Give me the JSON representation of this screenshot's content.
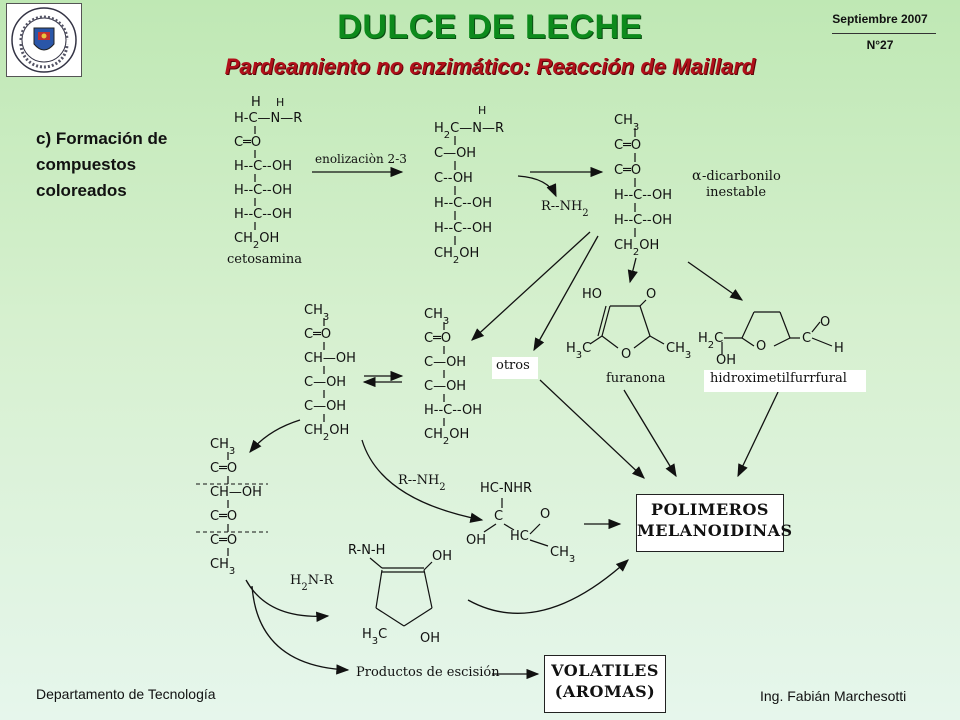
{
  "header": {
    "title": "DULCE DE LECHE",
    "subtitle": "Pardeamiento no enzimático: Reacción de Maillard",
    "date": "Septiembre 2007",
    "number": "N°27",
    "logo_icon": "university-seal-icon"
  },
  "section_label": "c) Formación de compuestos coloreados",
  "footer": {
    "left": "Departamento de Tecnología",
    "right": "Ing. Fabián Marchesotti"
  },
  "boxes": {
    "polimeros_line1": "POLIMEROS",
    "polimeros_line2": "MELANOIDINAS",
    "volatiles_line1": "VOLATILES",
    "volatiles_line2": "(AROMAS)",
    "otros": "otros",
    "hmf": "hidroximetilfurrfural"
  },
  "labels": {
    "enolizacion": "enolizaciòn 2-3",
    "cetosamina": "cetosamina",
    "rnh2": "R--NH",
    "alfa_line1": "-dicarbonilo",
    "alfa_line2": "inestable",
    "alfa_symbol": "α",
    "furanona": "furanona",
    "rnh2_b": "R--NH",
    "h2nr": "H",
    "h2nr_tail": "N-R",
    "escision": "Productos de escisión"
  },
  "structures": {
    "cetosamina": {
      "lines": [
        "H-C—N—R",
        "C═O",
        "H--C--OH",
        "H--C--OH",
        "H--C--OH",
        "CH2OH"
      ],
      "top_h": [
        "H",
        "H"
      ]
    },
    "enaminol": {
      "lines": [
        "H2C—N—R",
        "C—OH",
        "C--OH",
        "H--C--OH",
        "H--C--OH",
        "CH2OH"
      ],
      "top_h": "H"
    },
    "dicarbonyl": {
      "lines": [
        "CH3",
        "C═O",
        "C═O",
        "H--C--OH",
        "H--C--OH",
        "CH2OH"
      ]
    },
    "mid_left": {
      "lines": [
        "CH3",
        "C═O",
        "CH—OH",
        "C—OH",
        "C—OH",
        "CH2OH"
      ]
    },
    "mid_right": {
      "lines": [
        "CH3",
        "C═O",
        "C—OH",
        "C—OH",
        "H--C--OH",
        "CH2OH"
      ]
    },
    "fragment": {
      "lines": [
        "CH3",
        "C═O",
        "CH—OH",
        "C═O",
        "C═O",
        "CH3"
      ]
    },
    "aminoketone": {
      "lines": [
        "HC-NHR",
        "C",
        "OH",
        "HC",
        "O",
        "CH3"
      ]
    },
    "furanone": {
      "labels": [
        "HO",
        "O",
        "H3C",
        "O",
        "CH3"
      ]
    },
    "hmf_ring": {
      "labels": [
        "H2C",
        "OH",
        "O",
        "C",
        "O",
        "H"
      ]
    },
    "cyclopentenone": {
      "labels": [
        "R-N-H",
        "OH",
        "H3C",
        "OH"
      ]
    }
  }
}
